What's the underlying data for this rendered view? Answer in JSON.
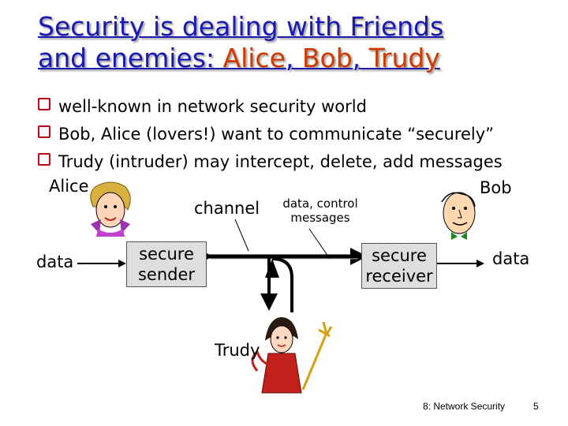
{
  "title": {
    "line1": "Security is dealing with Friends",
    "line2_prefix": "and enemies: ",
    "alice": "Alice",
    "comma1": ", ",
    "bob": "Bob",
    "comma2": ", ",
    "trudy": "Trudy"
  },
  "bullets": [
    "well-known in network security world",
    "Bob, Alice (lovers!) want to communicate “securely”",
    "Trudy (intruder) may intercept, delete, add messages"
  ],
  "diagram": {
    "alice_label": "Alice",
    "bob_label": "Bob",
    "channel_label": "channel",
    "control_label_1": "data, control",
    "control_label_2": "messages",
    "data_left": "data",
    "data_right": "data",
    "sender_line1": "secure",
    "sender_line2": "sender",
    "receiver_line1": "secure",
    "receiver_line2": "receiver",
    "trudy_label": "Trudy"
  },
  "footer": {
    "section": "8: Network Security",
    "page": "5"
  },
  "colors": {
    "title": "#1a1ab0",
    "title_highlight": "#d03a00",
    "bullet": "#c0001a",
    "box_fill": "#dedede"
  }
}
